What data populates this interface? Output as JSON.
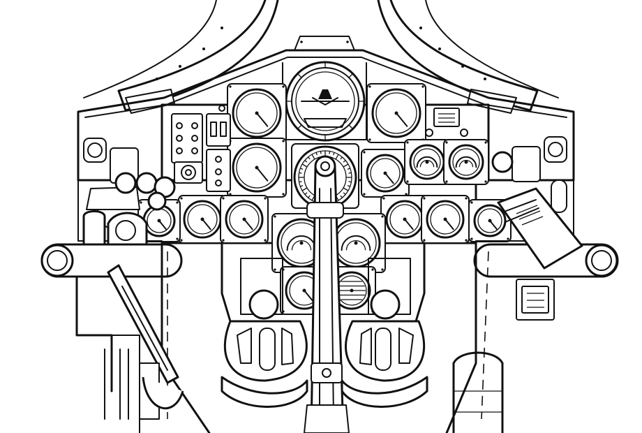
{
  "diagram": {
    "subject": "cockpit-instrument-panel-line-drawing",
    "colors": {
      "line": "#111111",
      "paper": "#ffffff"
    },
    "parts": [
      "canopy-frame",
      "glare-shield",
      "instrument-panel",
      "artificial-horizon",
      "compass-dial",
      "control-column",
      "left-throttle-quadrant",
      "right-handle-assembly",
      "rudder-pedals",
      "side-rails",
      "switch-panels",
      "gauges"
    ]
  }
}
